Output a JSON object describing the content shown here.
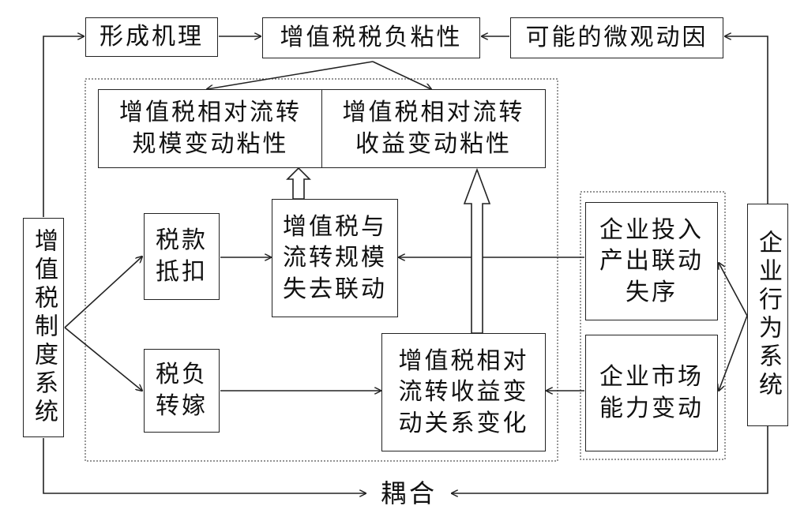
{
  "nodes": {
    "formation": "形成机理",
    "vat_stickiness": "增值税税负粘性",
    "micro_drivers": "可能的微观动因",
    "scale_stickiness": "增值税相对流转\n规模变动粘性",
    "income_stickiness": "增值税相对流转\n收益变动粘性",
    "tax_deduction": "税款\n抵扣",
    "tax_shifting": "税负\n转嫁",
    "decoupling": "增值税与\n流转规模\n失去联动",
    "relation_change": "增值税相对\n流转收益变\n动关系变化",
    "io_disorder": "企业投入\n产出联动\n失序",
    "market_power": "企业市场\n能力变动",
    "vat_system": "增值税制度系统",
    "enterprise_system": "企业行为系统"
  },
  "coupling_label": "耦合",
  "colors": {
    "line": "#222222",
    "text": "#111111",
    "background": "#ffffff"
  }
}
